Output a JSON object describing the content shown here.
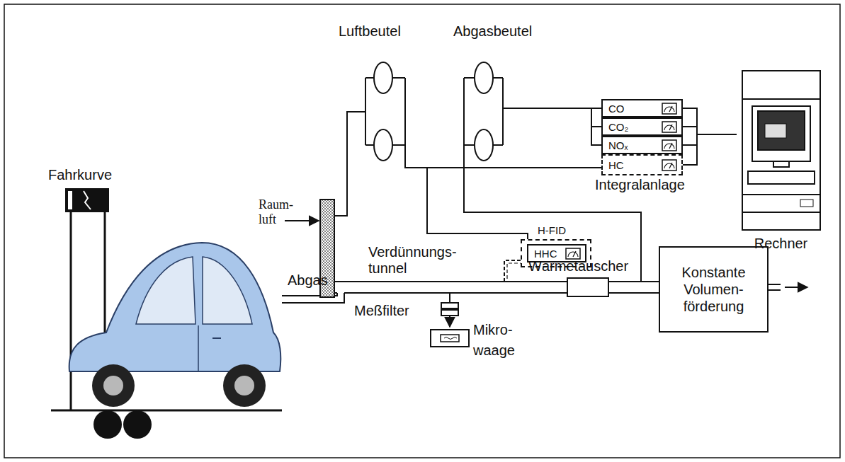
{
  "diagram": {
    "nodes": [
      {
        "text": [
          "H-FID"
        ]
      },
      {
        "text": [
          "HHC"
        ],
        "in": 0
      },
      {
        "text": [
          "CO"
        ]
      },
      {
        "text": [
          "CO₂"
        ]
      },
      {
        "text": [
          "NOₓ"
        ]
      },
      {
        "text": [
          "HC"
        ]
      },
      {
        "text": [
          "Wärmetauscher"
        ]
      },
      {
        "text": [
          "Konstante Volumen- förderung"
        ]
      },
      {
        "text": [
          "Mikro- waage"
        ]
      },
      {
        "text": [
          "Rechner"
        ]
      }
    ],
    "edges": [
      {
        "from": 2,
        "to": 9,
        "arrow": "none"
      },
      {
        "from": 3,
        "to": 9,
        "arrow": "none"
      },
      {
        "from": 4,
        "to": 9,
        "arrow": "none"
      },
      {
        "from": 5,
        "to": 9,
        "arrow": "none"
      },
      {
        "from": 6,
        "to": 7,
        "arrow": "none"
      }
    ],
    "labels": [
      "Luftbeutel",
      "Abgasbeutel",
      "Integralanlage",
      "Fahrkurve",
      "Raum- luft",
      "Verdünnungs- tunnel",
      "Abgas",
      "Meßfilter"
    ]
  }
}
